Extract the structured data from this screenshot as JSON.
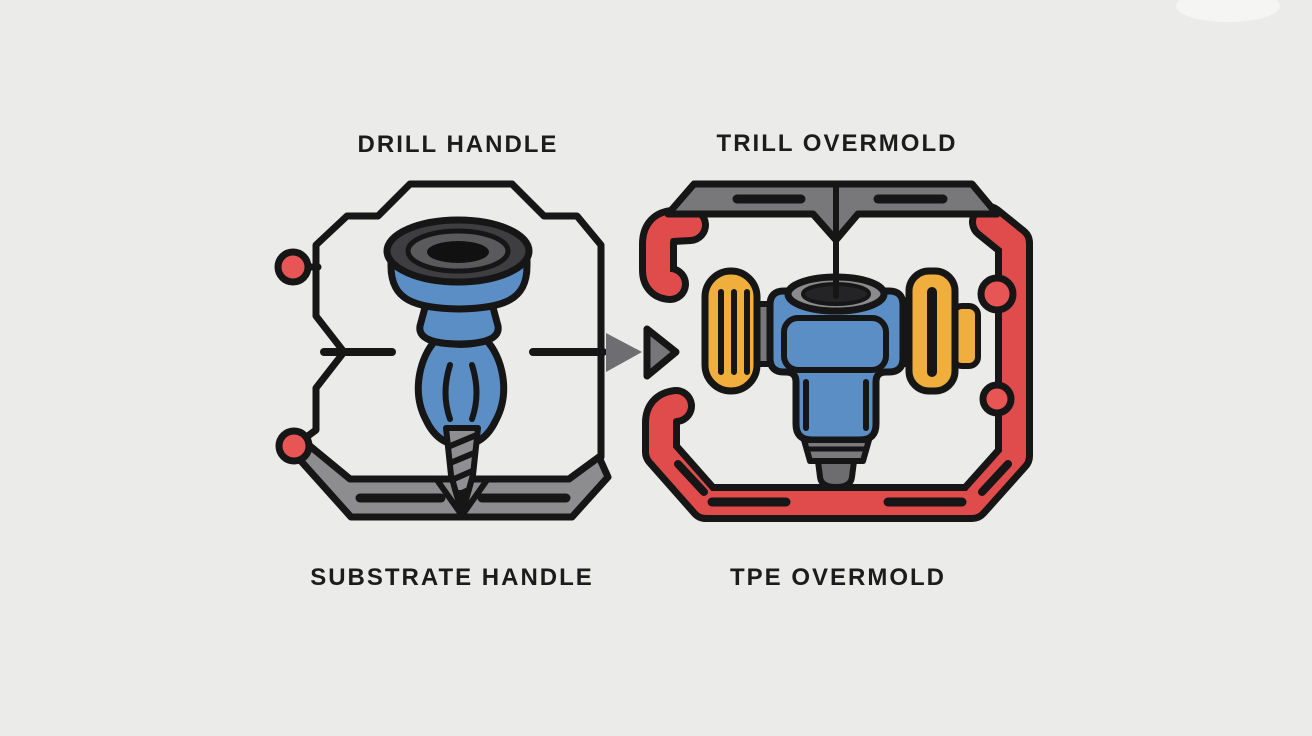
{
  "diagram": {
    "panels": [
      {
        "id": "substrate",
        "top_label": "DRILL HANDLE",
        "bottom_label": "SUBSTRATE HANDLE"
      },
      {
        "id": "overmold",
        "top_label": "TRILL OVERMOLD",
        "bottom_label": "TPE OVERMOLD"
      }
    ],
    "icons": [
      {
        "name": "substrate-drill-icon"
      },
      {
        "name": "process-arrow-icon"
      },
      {
        "name": "overmold-drill-icon"
      },
      {
        "name": "locating-pin-icon"
      }
    ]
  },
  "colors": {
    "background": "#ebebe9",
    "outline": "#161616",
    "text": "#1c1c1c",
    "blue": "#5b8ec4",
    "yellow": "#f0ae3c",
    "red": "#e04b4b",
    "red_dot": "#e85555",
    "gray_substrate": "#8d8d90",
    "gray_bar": "#78787b",
    "gray_mid": "#8b8b8e",
    "gray_dark": "#3e3e41",
    "gray_arrow": "#77777b"
  }
}
